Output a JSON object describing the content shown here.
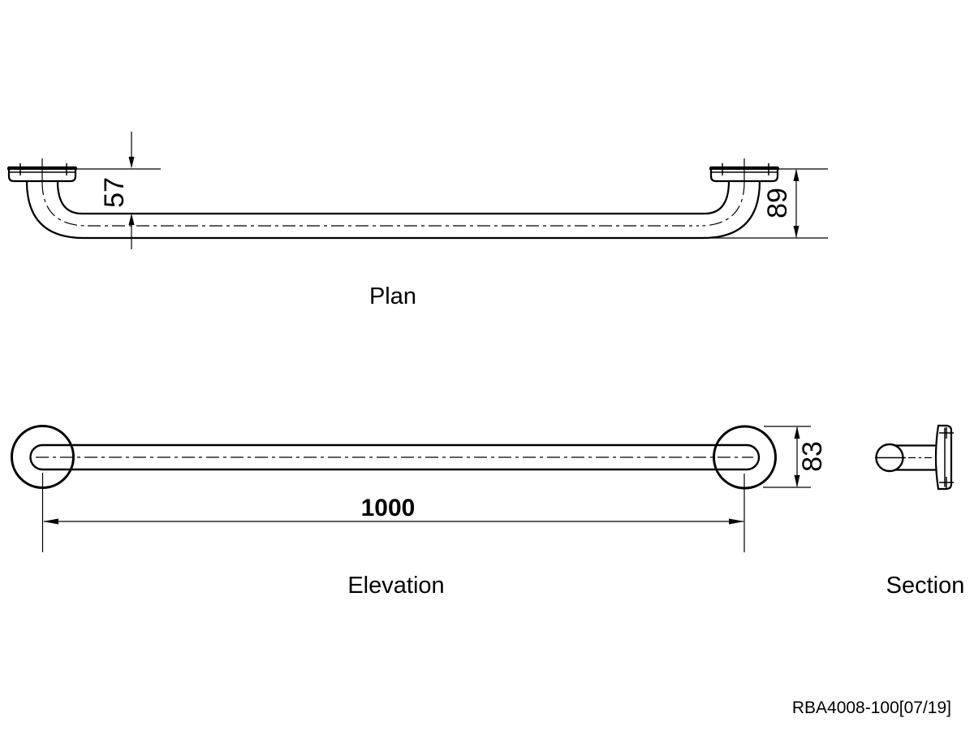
{
  "drawing": {
    "part_code": "RBA4008-100[07/19]",
    "views": {
      "plan": {
        "label": "Plan",
        "dim_wall_offset": "57",
        "dim_projection": "89"
      },
      "elevation": {
        "label": "Elevation",
        "dim_length": "1000",
        "dim_flange_diameter": "83"
      },
      "section": {
        "label": "Section"
      }
    },
    "colors": {
      "line": "#000000",
      "background": "#ffffff"
    }
  }
}
